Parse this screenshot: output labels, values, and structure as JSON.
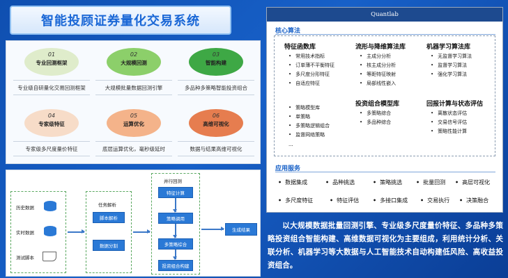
{
  "title": "智能投顾证券量化交易系统",
  "features": [
    {
      "num": "01",
      "name": "专业回测框架",
      "desc": "专业级自研量化交易回测框架",
      "color": "#dfeccb"
    },
    {
      "num": "02",
      "name": "大规模回测",
      "desc": "大规模批量数据回测引擎",
      "color": "#8ccf6a"
    },
    {
      "num": "03",
      "name": "智能构建",
      "desc": "多品种多策略智能投资组合",
      "color": "#3ea845"
    },
    {
      "num": "04",
      "name": "专家级特征",
      "desc": "专家级多尺度量价特征",
      "color": "#f7dcc8"
    },
    {
      "num": "05",
      "name": "运算优化",
      "desc": "底层运算优化，毫秒级延时",
      "color": "#f4b38a"
    },
    {
      "num": "06",
      "name": "高维可视化",
      "desc": "数据与结果高维可视化",
      "color": "#e67d4f"
    }
  ],
  "flow": {
    "inputs": [
      "历史数据",
      "实时数据",
      "测试脚本"
    ],
    "task_title": "任务解析",
    "task_items": [
      "脚本解析",
      "数据分割"
    ],
    "parallel_title": "并行回测",
    "parallel_items": [
      "特征计算",
      "策略调用",
      "多策略综合",
      "投资组合构建"
    ],
    "output": "生成结果"
  },
  "quantlab": {
    "window_title": "Quantlab",
    "core_title": "核心算法",
    "categories": [
      {
        "title": "特征函数库",
        "items": [
          "常用技术指标",
          "订单薄不平衡特征",
          "多尺度分形特征",
          "自适应特征"
        ]
      },
      {
        "title": "流形与降维算法库",
        "items": [
          "主成分分析",
          "核主成分分析",
          "等距特征映射",
          "局部线性嵌入"
        ]
      },
      {
        "title": "机器学习算法库",
        "items": [
          "无监督学习算法",
          "监督学习算法",
          "强化学习算法"
        ]
      },
      {
        "title": "",
        "items": [
          "策略模型库",
          "单策略",
          "多策略逻辑组合",
          "监督网络策略",
          "..."
        ]
      },
      {
        "title": "投资组合模型库",
        "items": [
          "多策略综合",
          "多品种综合"
        ]
      },
      {
        "title": "回报计算与状态评估",
        "items": [
          "离散状态评估",
          "交易信号评估",
          "策略性能计算"
        ]
      }
    ],
    "service_title": "应用服务",
    "services": [
      "数据集成",
      "品种挑选",
      "策略挑选",
      "批量回测",
      "高层可视化",
      "多尺度特征",
      "特征评估",
      "多接口集成",
      "交易执行",
      "决策融合"
    ]
  },
  "summary": "以大规模数据批量回测引擎、专业级多尺度量价特征、多品种多策略投资组合智能构建、高维数据可视化为主要组成，利用统计分析、关联分析、机器学习等大数据与人工智能技术自动构建低风险、高收益投资组合。"
}
